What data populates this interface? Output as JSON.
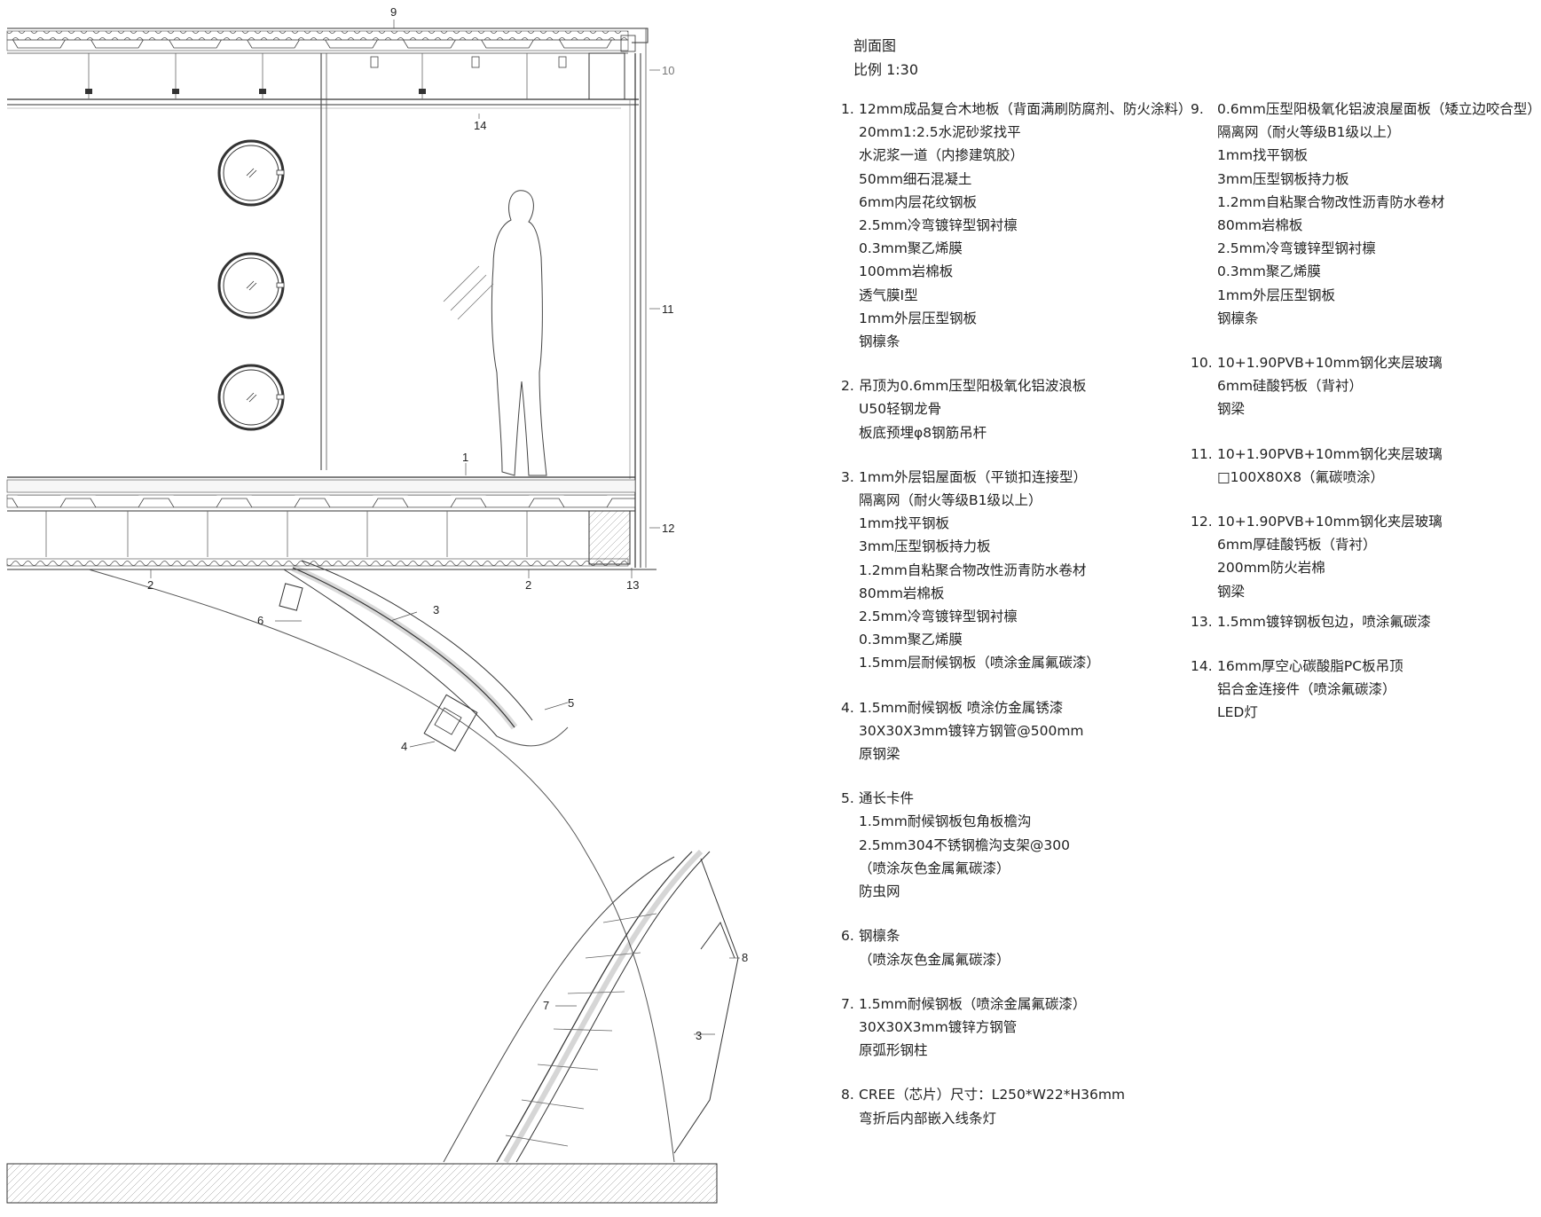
{
  "title": "剖面图",
  "scale": "比例  1:30",
  "callouts": [
    "1",
    "2",
    "2",
    "3",
    "3",
    "4",
    "5",
    "6",
    "7",
    "8",
    "9",
    "10",
    "11",
    "12",
    "13",
    "14"
  ],
  "legend_left": [
    {
      "num": "1.",
      "lines": [
        "12mm成品复合木地板（背面满刷防腐剂、防火涂料）",
        "20mm1:2.5水泥砂浆找平",
        "水泥浆一道（内掺建筑胶）",
        "50mm细石混凝土",
        "6mm内层花纹钢板",
        "2.5mm冷弯镀锌型钢衬檩",
        "0.3mm聚乙烯膜",
        "100mm岩棉板",
        "透气膜I型",
        "1mm外层压型钢板",
        "钢檩条"
      ]
    },
    {
      "num": "2.",
      "lines": [
        "吊顶为0.6mm压型阳极氧化铝波浪板",
        "U50轻钢龙骨",
        "板底预埋φ8钢筋吊杆"
      ]
    },
    {
      "num": "3.",
      "lines": [
        "1mm外层铝屋面板（平锁扣连接型）",
        "隔离网（耐火等级B1级以上）",
        "1mm找平钢板",
        "3mm压型钢板持力板",
        "1.2mm自粘聚合物改性沥青防水卷材",
        "80mm岩棉板",
        "2.5mm冷弯镀锌型钢衬檩",
        "0.3mm聚乙烯膜",
        "1.5mm层耐候钢板（喷涂金属氟碳漆）"
      ]
    },
    {
      "num": "4.",
      "lines": [
        "1.5mm耐候钢板 喷涂仿金属锈漆",
        "30X30X3mm镀锌方钢管@500mm",
        "原钢梁"
      ]
    },
    {
      "num": "5.",
      "lines": [
        "通长卡件",
        "1.5mm耐候钢板包角板檐沟",
        "2.5mm304不锈钢檐沟支架@300",
        "（喷涂灰色金属氟碳漆）",
        "防虫网"
      ]
    },
    {
      "num": "6.",
      "lines": [
        "钢檩条",
        "（喷涂灰色金属氟碳漆）"
      ]
    },
    {
      "num": "7.",
      "lines": [
        "1.5mm耐候钢板（喷涂金属氟碳漆）",
        "30X30X3mm镀锌方钢管",
        "原弧形钢柱"
      ]
    },
    {
      "num": "8.",
      "lines": [
        "CREE（芯片）尺寸：L250*W22*H36mm",
        "弯折后内部嵌入线条灯"
      ]
    }
  ],
  "legend_right": [
    {
      "num": "9.",
      "lines": [
        "0.6mm压型阳极氧化铝波浪屋面板（矮立边咬合型）",
        "隔离网（耐火等级B1级以上）",
        "1mm找平钢板",
        "3mm压型钢板持力板",
        "1.2mm自粘聚合物改性沥青防水卷材",
        "80mm岩棉板",
        "2.5mm冷弯镀锌型钢衬檩",
        "0.3mm聚乙烯膜",
        "1mm外层压型钢板",
        "钢檩条"
      ]
    },
    {
      "num": "10.",
      "lines": [
        "10+1.90PVB+10mm钢化夹层玻璃",
        "6mm硅酸钙板（背衬）",
        "钢梁"
      ]
    },
    {
      "num": "11.",
      "lines": [
        "10+1.90PVB+10mm钢化夹层玻璃",
        "□100X80X8（氟碳喷涂）"
      ]
    },
    {
      "num": "12.",
      "lines": [
        "10+1.90PVB+10mm钢化夹层玻璃",
        "6mm厚硅酸钙板（背衬）",
        "200mm防火岩棉",
        "钢梁"
      ]
    },
    {
      "num": "13.",
      "lines": [
        "1.5mm镀锌钢板包边，喷涂氟碳漆"
      ]
    },
    {
      "num": "14.",
      "lines": [
        "16mm厚空心碳酸脂PC板吊顶",
        "铝合金连接件（喷涂氟碳漆）",
        "LED灯"
      ]
    }
  ]
}
